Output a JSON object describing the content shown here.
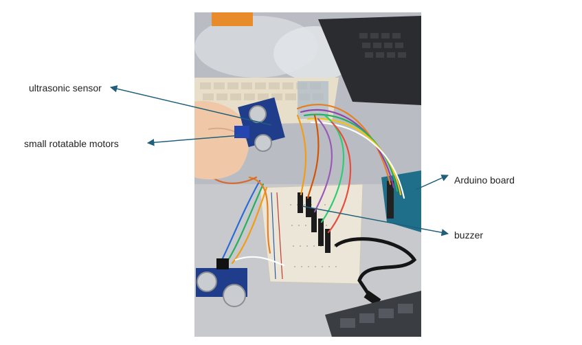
{
  "labels": {
    "ultrasonic_sensor": "ultrasonic sensor",
    "small_motors": "small rotatable motors",
    "arduino_board": "Arduino board",
    "buzzer": "buzzer"
  },
  "colors": {
    "arrow": "#1f5f7a",
    "label_text": "#222222"
  }
}
